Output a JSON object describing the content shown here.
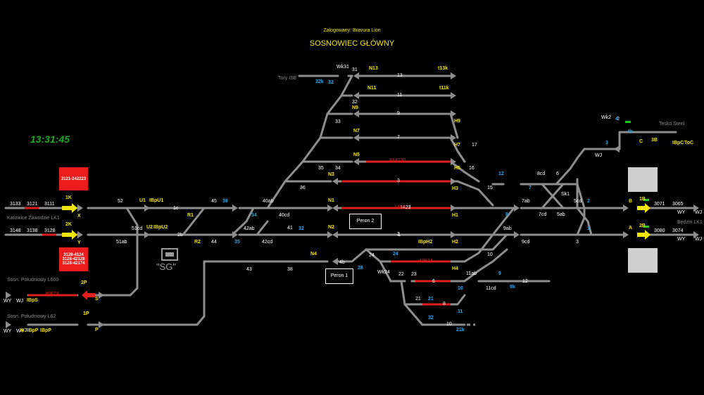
{
  "header": {
    "user": "Zalogowany: Bravura Lion",
    "station": "SOSNOWIEC GŁÓWNY"
  },
  "clock": "13:31:45",
  "alerts": {
    "k1": "3121-242223",
    "k2": [
      "3128-4124",
      "3128-42128",
      "3128-42174"
    ]
  },
  "places": {
    "tory_ise": "Tory ISE",
    "tesko": "Tesko Steel",
    "katowice": "Katowice Zawodzie LK1",
    "bedzin": "Będzin LK1",
    "sosn_l660": "Sosn. Południowy L660",
    "sosn_l62": "Sosn. Południowy L62",
    "peron1": "Peron 1",
    "peron2": "Peron 2",
    "sg": "\"SG\""
  },
  "white_labels": [
    "3133",
    "3121",
    "3111",
    "3148",
    "3138",
    "3128",
    "52",
    "1c",
    "2b",
    "45",
    "44",
    "40ab",
    "40cd",
    "42ab",
    "42cd",
    "41",
    "43",
    "38",
    "36",
    "35",
    "34",
    "33",
    "32",
    "31",
    "Wk31",
    "13",
    "11",
    "9",
    "7",
    "3",
    "2",
    "1423",
    "1",
    "17",
    "16",
    "15",
    "Wk2",
    "8cd",
    "6",
    "Sk1",
    "7ab",
    "7cd",
    "5ab",
    "5cd",
    "9ab",
    "9cd",
    "3",
    "10",
    "11ab",
    "11cd",
    "24",
    "22",
    "23",
    "Wk24",
    "6",
    "21",
    "8",
    "10",
    "12",
    "4b",
    "3071",
    "3065",
    "3080",
    "3074",
    "51cd",
    "51ab",
    "1P",
    "WY",
    "WJ",
    "WY",
    "WJ",
    "WY",
    "WJ",
    "WY",
    "WY",
    "WJ",
    "2",
    "4"
  ],
  "yellow_labels": [
    "1K",
    "2K",
    "X",
    "Y",
    "U1",
    "U2",
    "IBpU1",
    "IBpU2",
    "R1",
    "R2",
    "N1",
    "N2",
    "N3",
    "N4",
    "N5",
    "N7",
    "N9",
    "N11",
    "N13",
    "H1",
    "H2",
    "H3",
    "H4",
    "H5",
    "H7",
    "H9",
    "IBpH2",
    "t13k",
    "t11k",
    "B",
    "A",
    "C",
    "3B",
    "IBpC",
    "ToC",
    "1B",
    "2B",
    "2P",
    "S",
    "1P",
    "P",
    "IBpS",
    "WJIBpP",
    "IBpP"
  ],
  "blue_labels": [
    "32k",
    "32",
    "38",
    "34",
    "32",
    "35",
    "28",
    "24",
    "12",
    "7",
    "8",
    "1",
    "2",
    "3",
    "4",
    "4k",
    "10",
    "11",
    "21",
    "21k",
    "9",
    "9k",
    "32"
  ],
  "red_labels": [
    "844030",
    "1423",
    "42924",
    "40674"
  ]
}
